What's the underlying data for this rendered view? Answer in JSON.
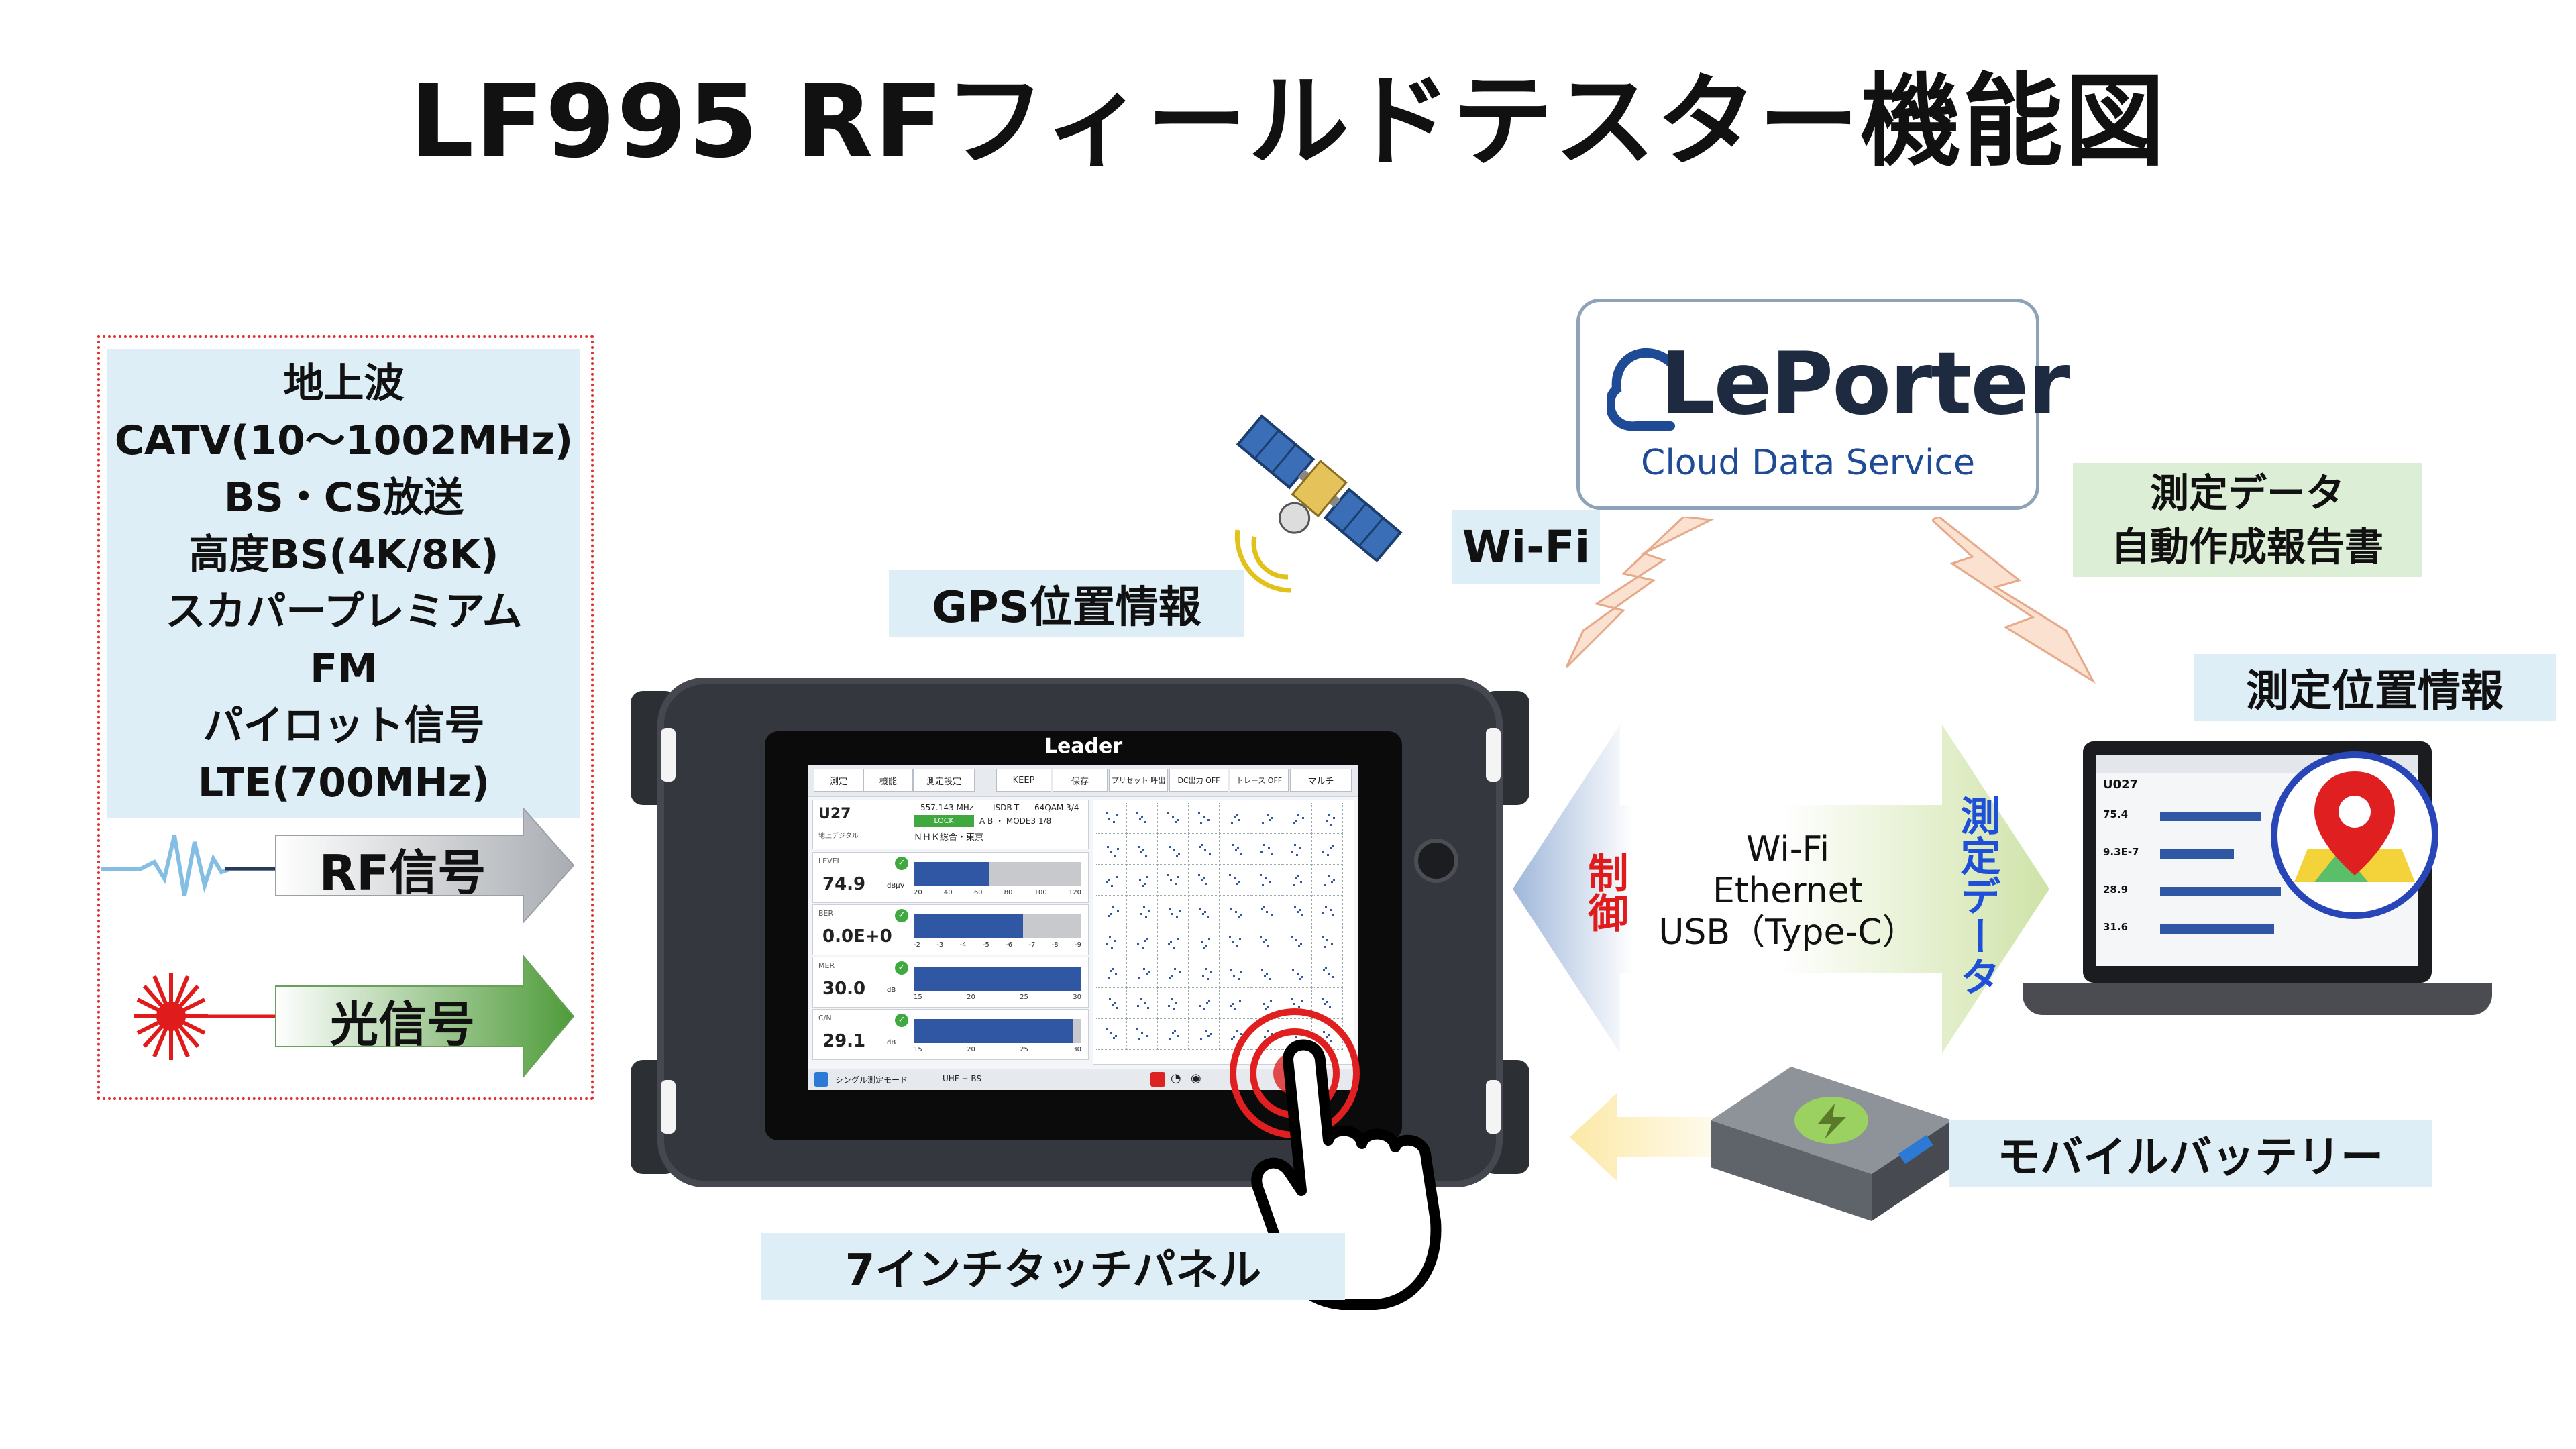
{
  "title": "LF995 RFフィールドテスター機能図",
  "signals": {
    "list": [
      "地上波",
      "CATV(10～1002MHz)",
      "BS・CS放送",
      "高度BS(4K/8K)",
      "スカパープレミアム",
      "FM",
      "パイロット信号",
      "LTE(700MHz)"
    ],
    "rf_label": "RF信号",
    "optical_label": "光信号"
  },
  "labels": {
    "gps": "GPS位置情報",
    "wifi": "Wi-Fi",
    "report": [
      "測定データ",
      "自動作成報告書"
    ],
    "position": "測定位置情報",
    "touch_panel": "7インチタッチパネル",
    "battery": "モバイルバッテリー"
  },
  "leporter": {
    "logo": "LePorter",
    "subtitle": "Cloud Data Service"
  },
  "connection": {
    "control": "制御",
    "data": "測定データ",
    "lines": [
      "Wi-Fi",
      "Ethernet",
      "USB（Type-C）"
    ]
  },
  "device": {
    "brand": "Leader",
    "tabs": [
      "測定",
      "機能",
      "測定設定"
    ],
    "buttons": [
      "KEEP",
      "保存",
      "プリセット 呼出",
      "DC出力 OFF",
      "トレース OFF",
      "マルチ"
    ],
    "channel": "U27",
    "channel_sub": "地上デジタル",
    "freq": "557.143 MHz",
    "standard": "ISDB-T",
    "modulation": "64QAM 3/4",
    "lock": "LOCK",
    "mode": "A B ・ MODE3 1/8",
    "station": "ＮＨＫ総合・東京",
    "measurements": [
      {
        "name": "LEVEL",
        "value": "74.9",
        "unit": "dBμV",
        "fill": 0.45,
        "scale": [
          "20",
          "40",
          "60",
          "80",
          "100",
          "120"
        ]
      },
      {
        "name": "BER",
        "value": "0.0E+0",
        "unit": "",
        "fill": 0.65,
        "scale": [
          "-2",
          "-3",
          "-4",
          "-5",
          "-6",
          "-7",
          "-8",
          "-9"
        ]
      },
      {
        "name": "MER",
        "value": "30.0",
        "unit": "dB",
        "fill": 1.0,
        "scale": [
          "15",
          "20",
          "25",
          "30"
        ]
      },
      {
        "name": "C/N",
        "value": "29.1",
        "unit": "dB",
        "fill": 0.95,
        "scale": [
          "15",
          "20",
          "25",
          "30"
        ]
      }
    ],
    "status_mode": "シングル測定モード",
    "status_band": "UHF + BS"
  },
  "laptop": {
    "channel": "U027",
    "values": [
      "75.4",
      "9.3E-7",
      "28.9",
      "31.6"
    ]
  },
  "colors": {
    "label_bg": "#ddeef7",
    "rf_text": "#1d4fd8",
    "optical_text": "#e01b1b",
    "control_text": "#e01b1b",
    "data_text": "#1d4fd8",
    "report_bg": "#ddeed6",
    "accent_red": "#e02020",
    "brand_blue": "#1e4a96"
  }
}
